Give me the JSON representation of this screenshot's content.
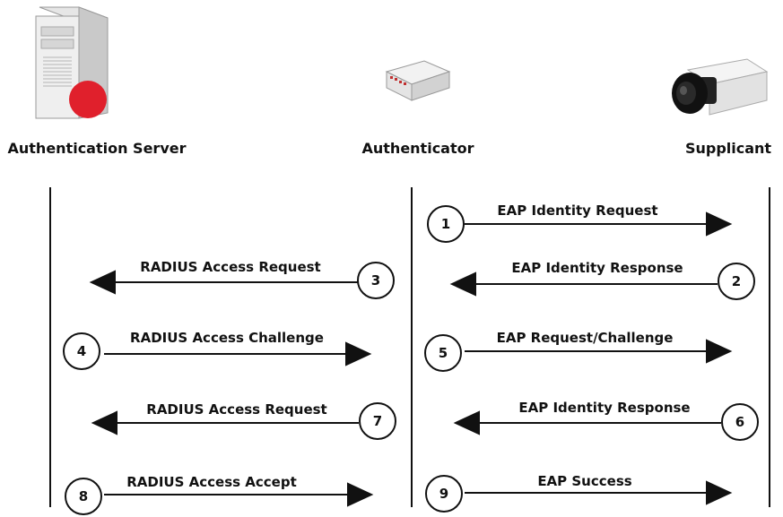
{
  "actors": {
    "server": "Authentication Server",
    "authenticator": "Authenticator",
    "supplicant": "Supplicant"
  },
  "messages": [
    {
      "step": "1",
      "label": "EAP Identity Request"
    },
    {
      "step": "2",
      "label": "EAP Identity Response"
    },
    {
      "step": "3",
      "label": "RADIUS Access Request"
    },
    {
      "step": "4",
      "label": "RADIUS Access Challenge"
    },
    {
      "step": "5",
      "label": "EAP Request/Challenge"
    },
    {
      "step": "6",
      "label": "EAP Identity Response"
    },
    {
      "step": "7",
      "label": "RADIUS Access Request"
    },
    {
      "step": "8",
      "label": "RADIUS Access Accept"
    },
    {
      "step": "9",
      "label": "EAP Success"
    }
  ],
  "colors": {
    "line": "#111111",
    "server_badge": "#e0202c"
  },
  "icons": {
    "server": "server-tower-icon",
    "authenticator": "network-switch-icon",
    "supplicant": "network-camera-icon"
  }
}
